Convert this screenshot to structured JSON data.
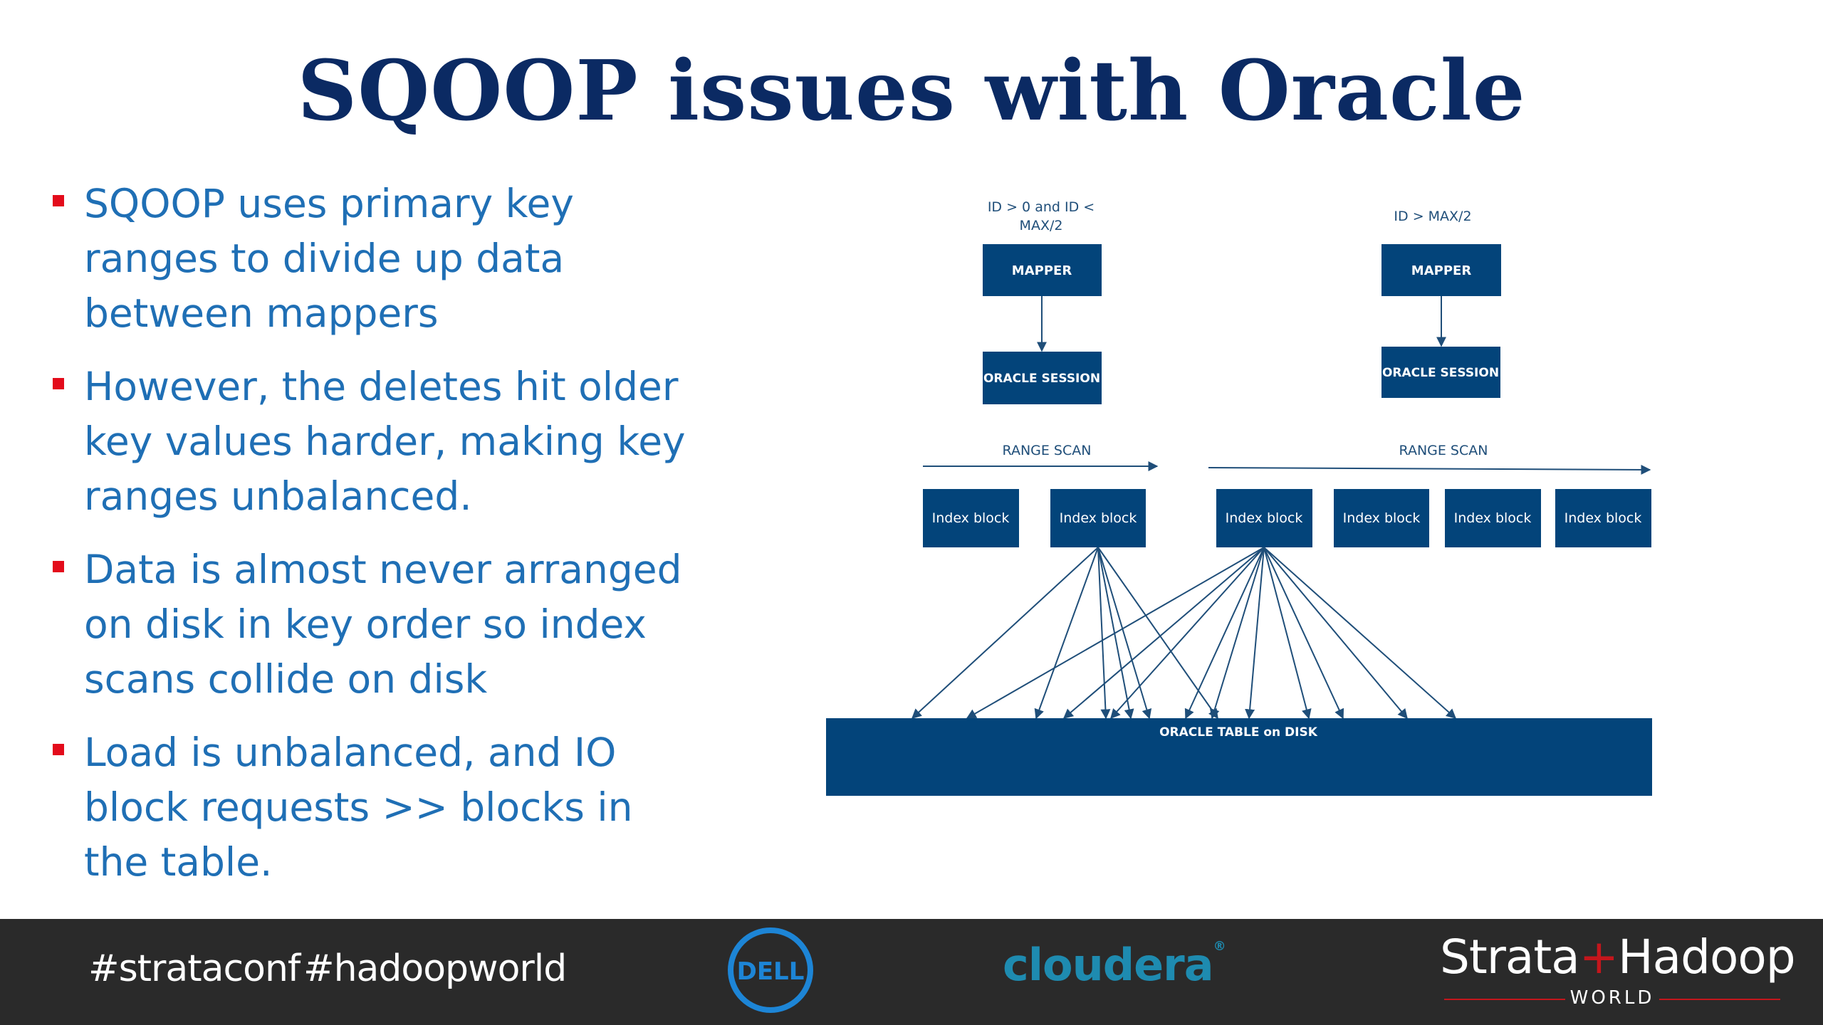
{
  "title": "SQOOP issues with Oracle",
  "bullets": [
    "SQOOP uses primary key ranges to divide up data between mappers",
    "However, the deletes hit older key values harder, making key ranges unbalanced.",
    "Data is almost never arranged on disk in key order so index scans collide on disk",
    "Load is unbalanced, and IO block requests >> blocks in the table."
  ],
  "diagram": {
    "colors": {
      "box": "#03447a",
      "line": "#1f4e79"
    },
    "left_condition_line1": "ID > 0 and ID <",
    "left_condition_line2": "MAX/2",
    "right_condition": "ID > MAX/2",
    "mapper_label": "MAPPER",
    "session_label": "ORACLE SESSION",
    "range_scan_label": "RANGE SCAN",
    "index_block_label": "Index block",
    "table_label": "ORACLE TABLE on DISK"
  },
  "footer": {
    "hashtags": [
      "#strataconf",
      "#hadoopworld"
    ],
    "dell_logo_text": "DELL",
    "cloudera_logo_text": "cloudera",
    "strata_logo_text_1": "Strata",
    "strata_logo_plus": "+",
    "strata_logo_text_2": "Hadoop",
    "strata_logo_world": "WORLD"
  }
}
